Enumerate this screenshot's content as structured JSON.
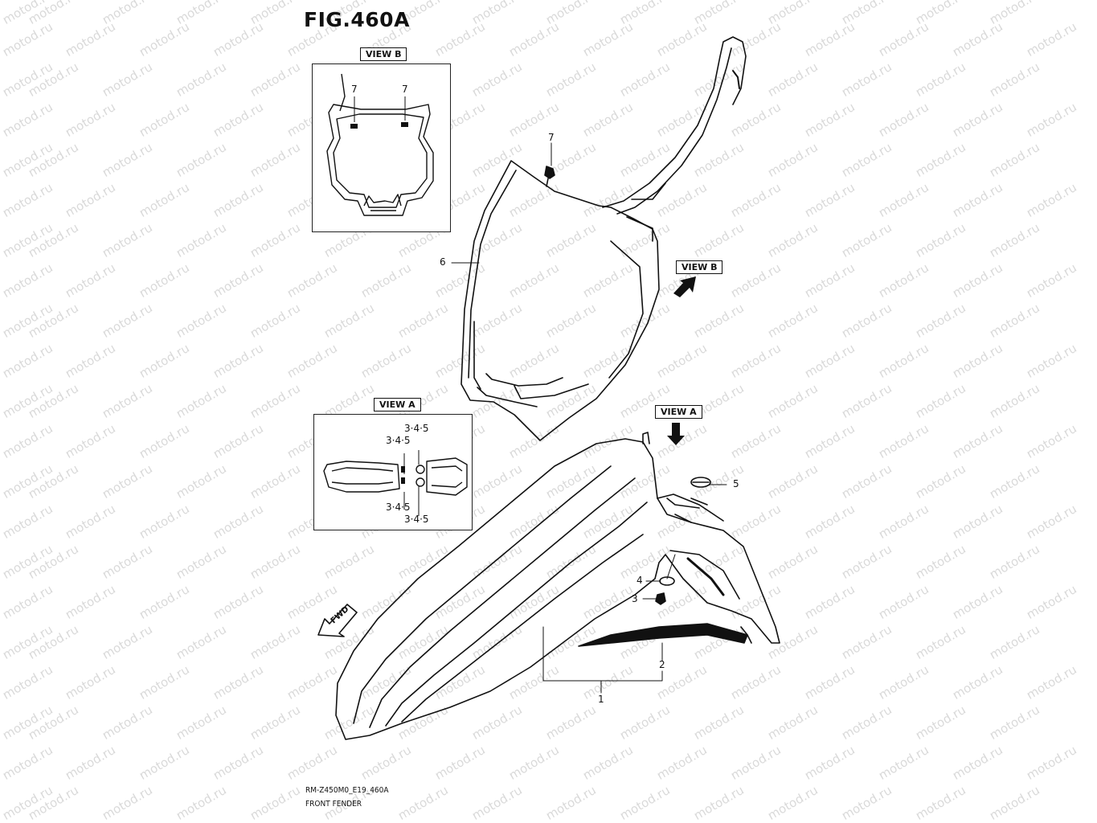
{
  "figure": {
    "title": "FIG.460A"
  },
  "views": {
    "view_b_label": "VIEW B",
    "view_a_label": "VIEW A",
    "view_b_pointer_label": "VIEW B",
    "view_a_pointer_label": "VIEW A"
  },
  "callouts": {
    "view_b_left": "7",
    "view_b_right": "7",
    "view_a_top_1": "3·4·5",
    "view_a_top_2": "3·4·5",
    "view_a_bottom_1": "3·4·5",
    "view_a_bottom_2": "3·4·5",
    "part_7": "7",
    "part_6": "6",
    "part_5": "5",
    "part_4": "4",
    "part_3": "3",
    "part_2": "2",
    "part_1": "1"
  },
  "direction": {
    "fwd_label": "FWD"
  },
  "footer": {
    "model_code": "RM-Z450M0_E19_460A",
    "section_name": "FRONT FENDER"
  },
  "watermark": {
    "text": "motod.ru"
  }
}
